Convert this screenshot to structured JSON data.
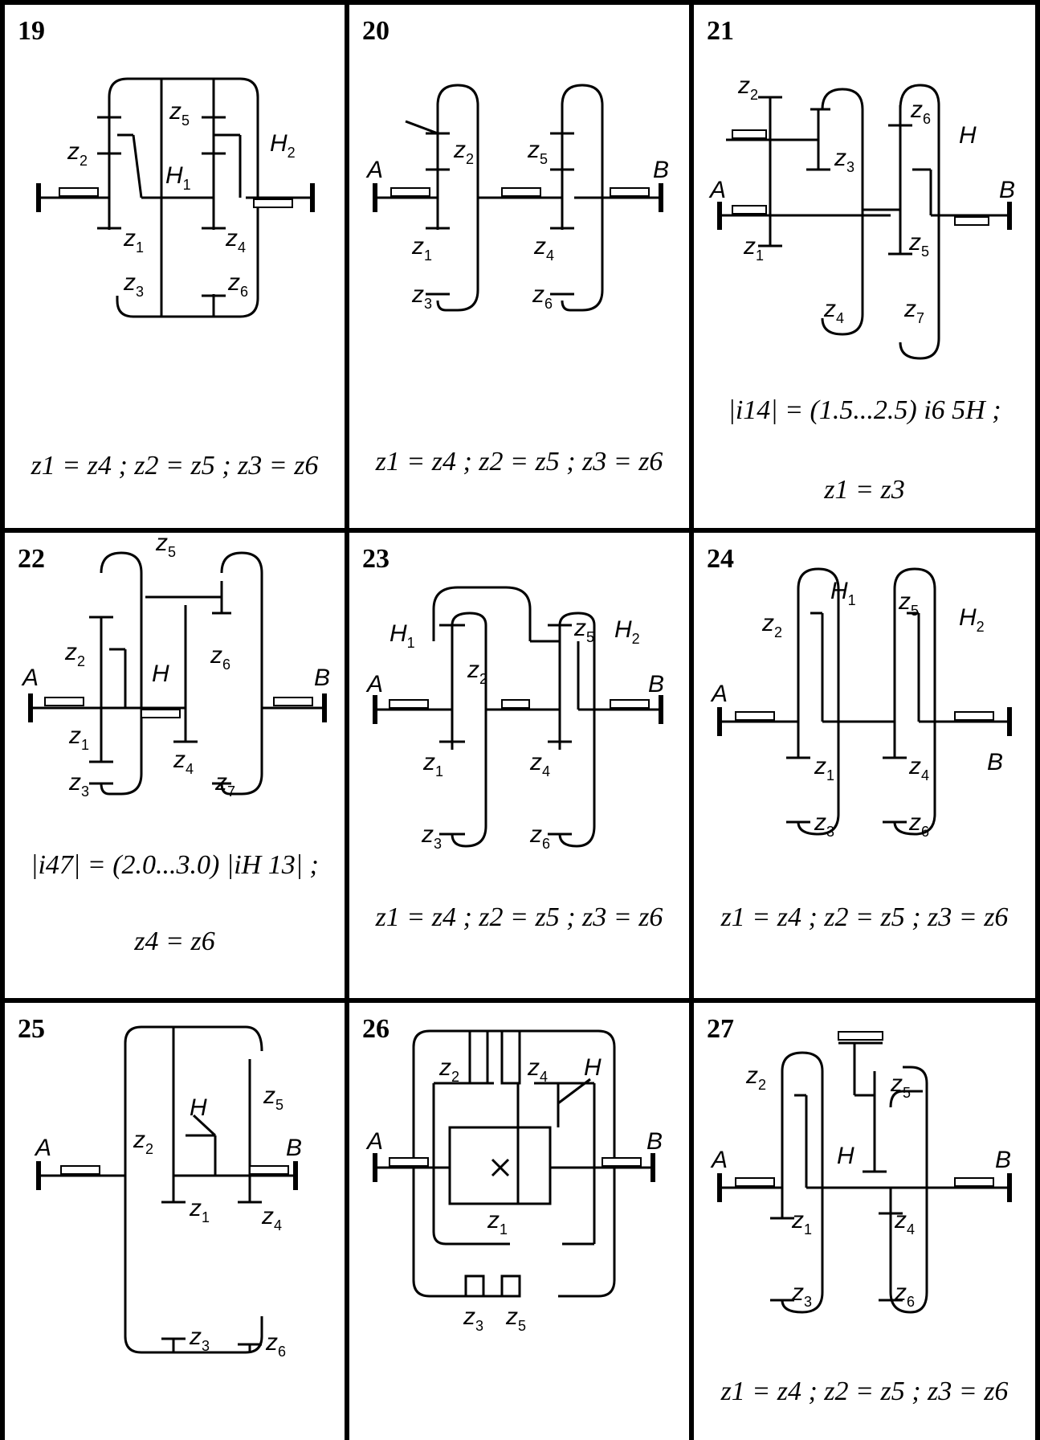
{
  "panels": [
    {
      "number": "19",
      "formula_lines": [
        "z1 = z4 ; z2 = z5 ; z3 = z6"
      ],
      "labels": [
        "z2",
        "z5",
        "H1",
        "H2",
        "z1",
        "z4",
        "z3",
        "z6"
      ]
    },
    {
      "number": "20",
      "formula_lines": [
        "z1 = z4 ; z2 = z5 ; z3 = z6"
      ],
      "labels": [
        "A",
        "B",
        "z2",
        "z5",
        "z1",
        "z4",
        "z3",
        "z6"
      ]
    },
    {
      "number": "21",
      "formula_lines": [
        "|i14| = (1.5...2.5) i6 5H ;",
        "z1 = z3"
      ],
      "labels": [
        "A",
        "B",
        "H",
        "z2",
        "z3",
        "z6",
        "z1",
        "z5",
        "z4",
        "z7"
      ]
    },
    {
      "number": "22",
      "formula_lines": [
        "|i47| = (2.0...3.0) |iH 13| ;",
        "z4 = z6"
      ],
      "labels": [
        "A",
        "B",
        "H",
        "z2",
        "z5",
        "z6",
        "z1",
        "z4",
        "z3",
        "z7"
      ]
    },
    {
      "number": "23",
      "formula_lines": [
        "z1 = z4 ; z2 = z5 ; z3 = z6"
      ],
      "labels": [
        "A",
        "B",
        "H1",
        "H2",
        "z2",
        "z5",
        "z1",
        "z4",
        "z3",
        "z6"
      ]
    },
    {
      "number": "24",
      "formula_lines": [
        "z1 = z4 ; z2 = z5 ; z3 = z6"
      ],
      "labels": [
        "A",
        "B",
        "H1",
        "H2",
        "z2",
        "z5",
        "z1",
        "z4",
        "z3",
        "z6"
      ]
    },
    {
      "number": "25",
      "formula_lines": [],
      "labels": [
        "A",
        "B",
        "H",
        "z2",
        "z5",
        "z1",
        "z4",
        "z3",
        "z6"
      ]
    },
    {
      "number": "26",
      "formula_lines": [],
      "labels": [
        "A",
        "B",
        "H",
        "z2",
        "z4",
        "z1",
        "z3",
        "z5"
      ]
    },
    {
      "number": "27",
      "formula_lines": [
        "z1 = z4 ; z2 = z5 ; z3 = z6"
      ],
      "labels": [
        "A",
        "B",
        "H",
        "z2",
        "z5",
        "z1",
        "z4",
        "z3",
        "z6"
      ]
    }
  ]
}
